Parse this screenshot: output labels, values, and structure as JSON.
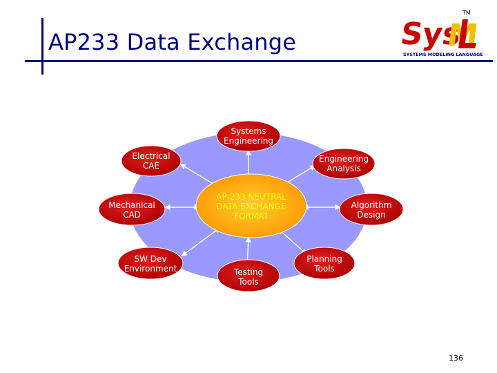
{
  "slide": {
    "title": "AP233 Data Exchange",
    "page_number": "136"
  },
  "logo": {
    "wordmark": "SysML",
    "trademark": "TM",
    "subtitle": "SYSTEMS MODELING LANGUAGE"
  },
  "colors": {
    "title": "#000080",
    "hub_ring": "#9999ff",
    "center": "#ff9900",
    "center_text": "#ffff00",
    "node": "#cc0000",
    "node_text": "#ffffff"
  },
  "diagram": {
    "center": "AP-233 NEUTRAL DATA EXCHANGE FORMAT",
    "nodes": {
      "systems_engineering": "Systems Engineering",
      "electrical_cae": "Electrical CAE",
      "engineering_analysis": "Engineering Analysis",
      "mechanical_cad": "Mechanical CAD",
      "algorithm_design": "Algorithm Design",
      "sw_dev_environment": "SW Dev Environment",
      "testing_tools": "Testing Tools",
      "planning_tools": "Planning Tools"
    }
  }
}
